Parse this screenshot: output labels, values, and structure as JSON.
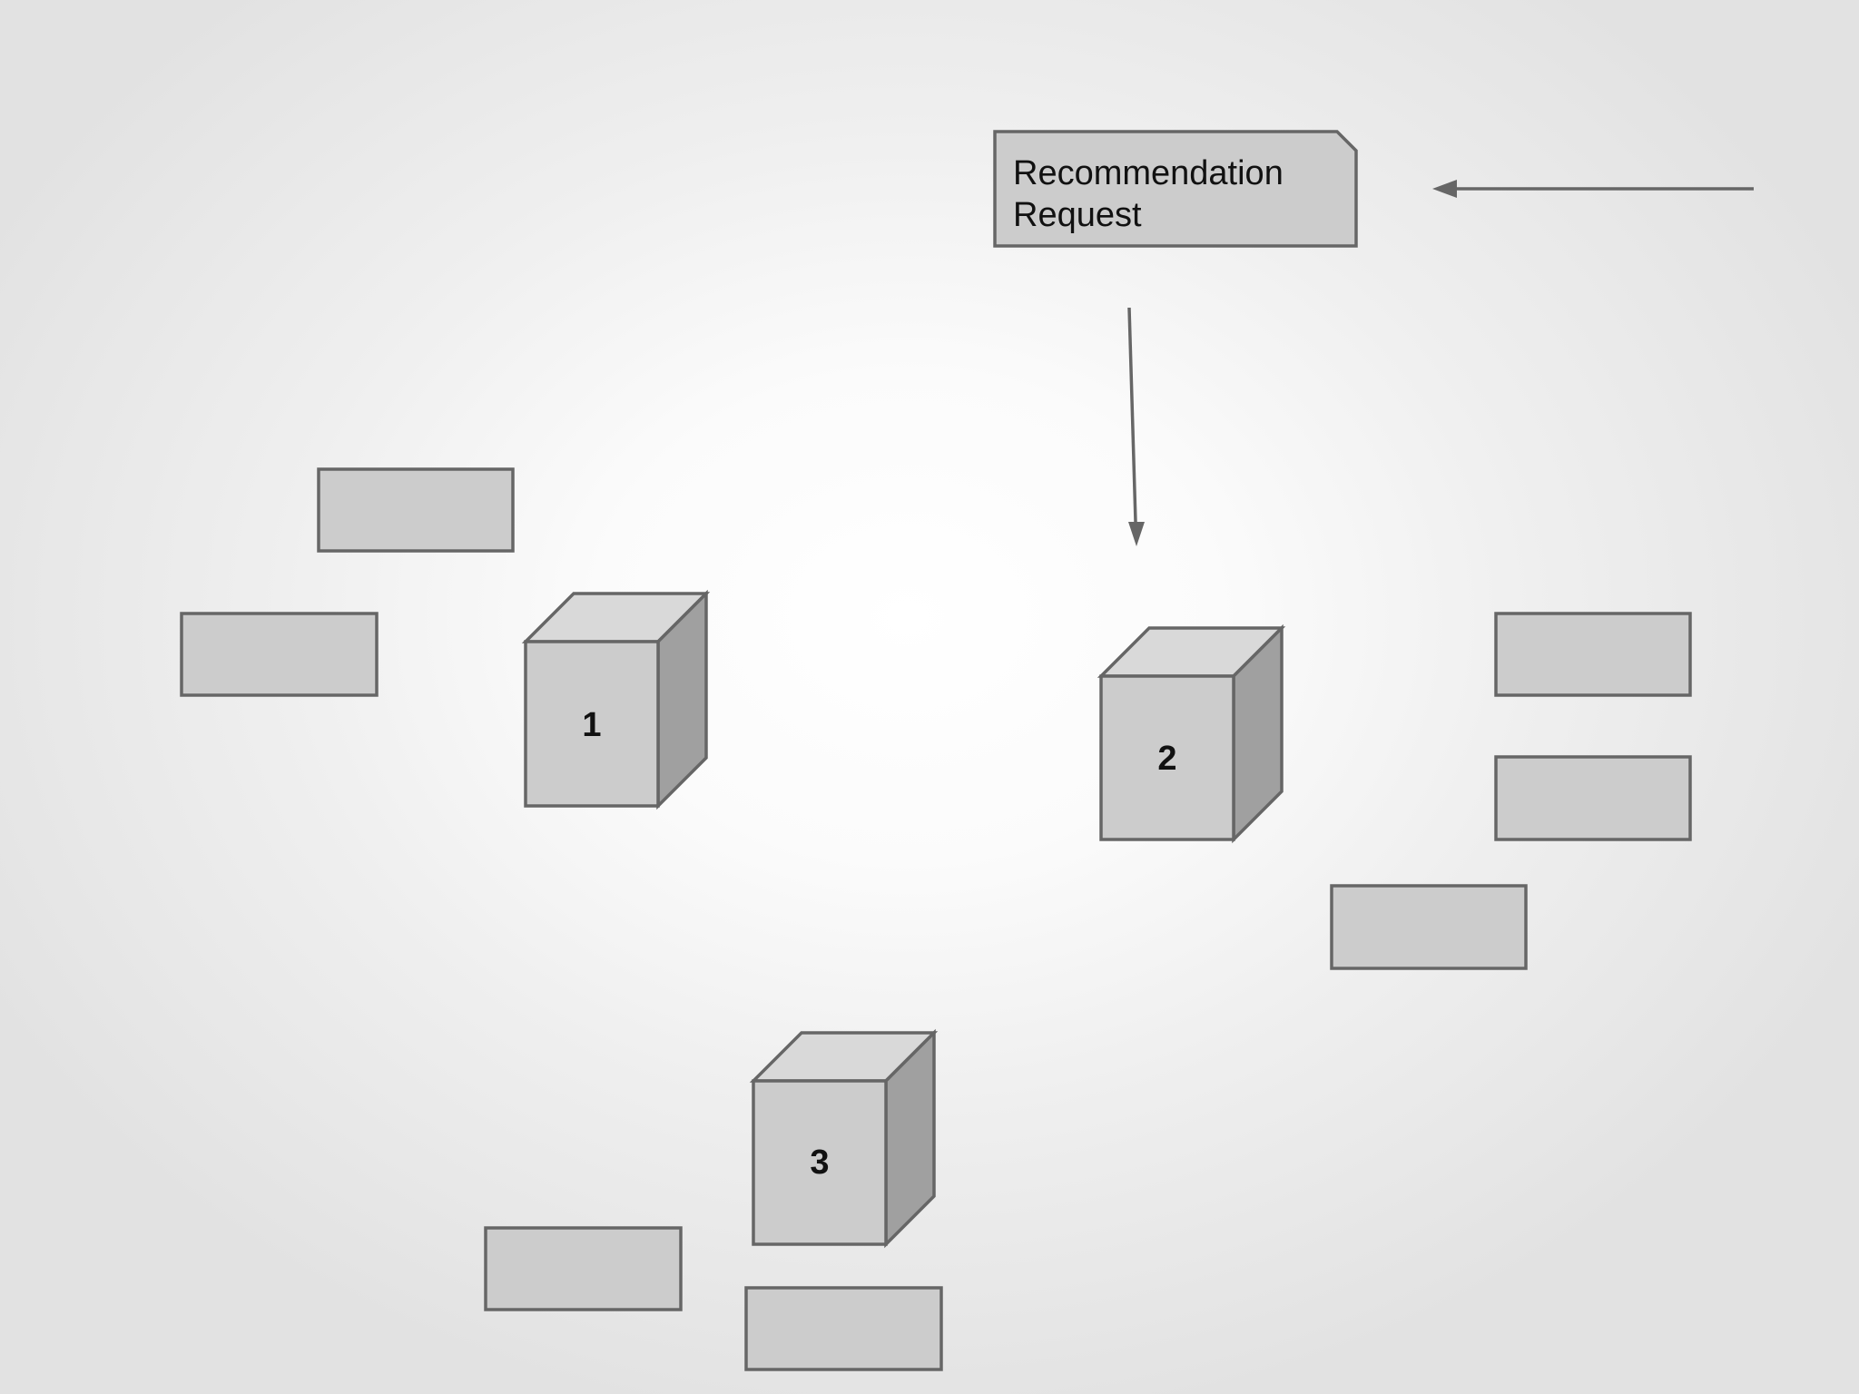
{
  "request_note": {
    "line1": "Recommendation",
    "line2": "Request"
  },
  "nodes": [
    {
      "id": "1",
      "label": "1"
    },
    {
      "id": "2",
      "label": "2"
    },
    {
      "id": "3",
      "label": "3"
    }
  ],
  "colors": {
    "box_fill": "#cccccc",
    "cube_top": "#d9d9d9",
    "cube_front": "#cccccc",
    "cube_side": "#a0a0a0",
    "stroke": "#666666",
    "arrow": "#666666"
  }
}
